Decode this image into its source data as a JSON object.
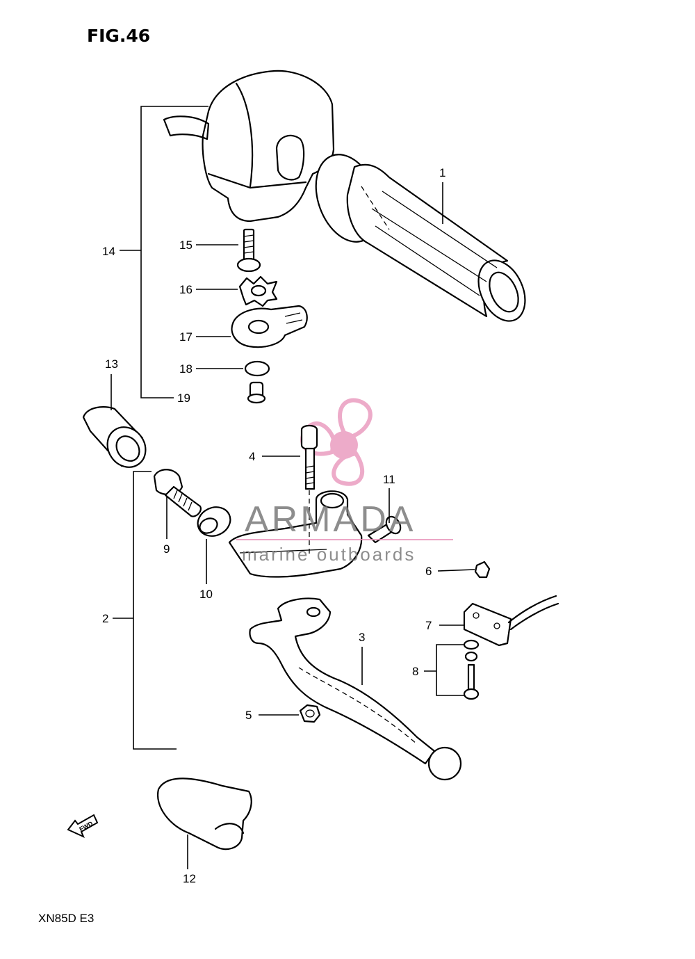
{
  "figure": {
    "title": "FIG.46",
    "code": "XN85D E3"
  },
  "callouts": [
    {
      "id": "1",
      "label": "1"
    },
    {
      "id": "2",
      "label": "2"
    },
    {
      "id": "3",
      "label": "3"
    },
    {
      "id": "4",
      "label": "4"
    },
    {
      "id": "5",
      "label": "5"
    },
    {
      "id": "6",
      "label": "6"
    },
    {
      "id": "7",
      "label": "7"
    },
    {
      "id": "8",
      "label": "8"
    },
    {
      "id": "9",
      "label": "9"
    },
    {
      "id": "10",
      "label": "10"
    },
    {
      "id": "11",
      "label": "11"
    },
    {
      "id": "12",
      "label": "12"
    },
    {
      "id": "13",
      "label": "13"
    },
    {
      "id": "14",
      "label": "14"
    },
    {
      "id": "15",
      "label": "15"
    },
    {
      "id": "16",
      "label": "16"
    },
    {
      "id": "17",
      "label": "17"
    },
    {
      "id": "18",
      "label": "18"
    },
    {
      "id": "19",
      "label": "19"
    }
  ],
  "fwd_arrow": {
    "text": "FWD"
  },
  "watermark": {
    "brand": "ARMADA",
    "tagline": "marine outboards",
    "logo": "propeller-logo",
    "colors": {
      "logo": "#e890b8",
      "text": "#7a7a7a",
      "rule": "#e890b8"
    }
  }
}
